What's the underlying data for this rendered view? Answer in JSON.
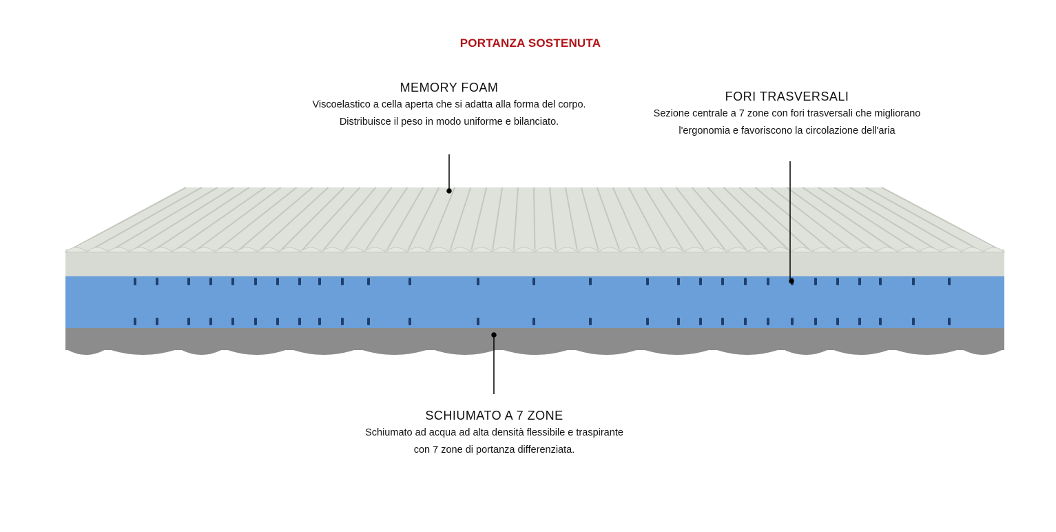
{
  "title": "PORTANZA SOSTENUTA",
  "labels": {
    "memory_foam": {
      "heading": "MEMORY FOAM",
      "text": "Viscoelastico a cella aperta che si adatta alla forma del corpo. Distribuisce il peso in modo uniforme e bilanciato."
    },
    "fori_trasversali": {
      "heading": "FORI TRASVERSALI",
      "text": "Sezione centrale a 7 zone con fori trasversali che migliorano l'ergonomia e favoriscono la circolazione dell'aria"
    },
    "schiumato": {
      "heading": "SCHIUMATO A 7 ZONE",
      "text": "Schiumato ad acqua ad alta densità flessibile e traspirante con 7 zone di portanza differenziata."
    }
  },
  "colors": {
    "accent": "#b01217",
    "memory_foam": "#d9ddd5",
    "core": "#6b9fd9",
    "base": "#8c8c8c"
  }
}
